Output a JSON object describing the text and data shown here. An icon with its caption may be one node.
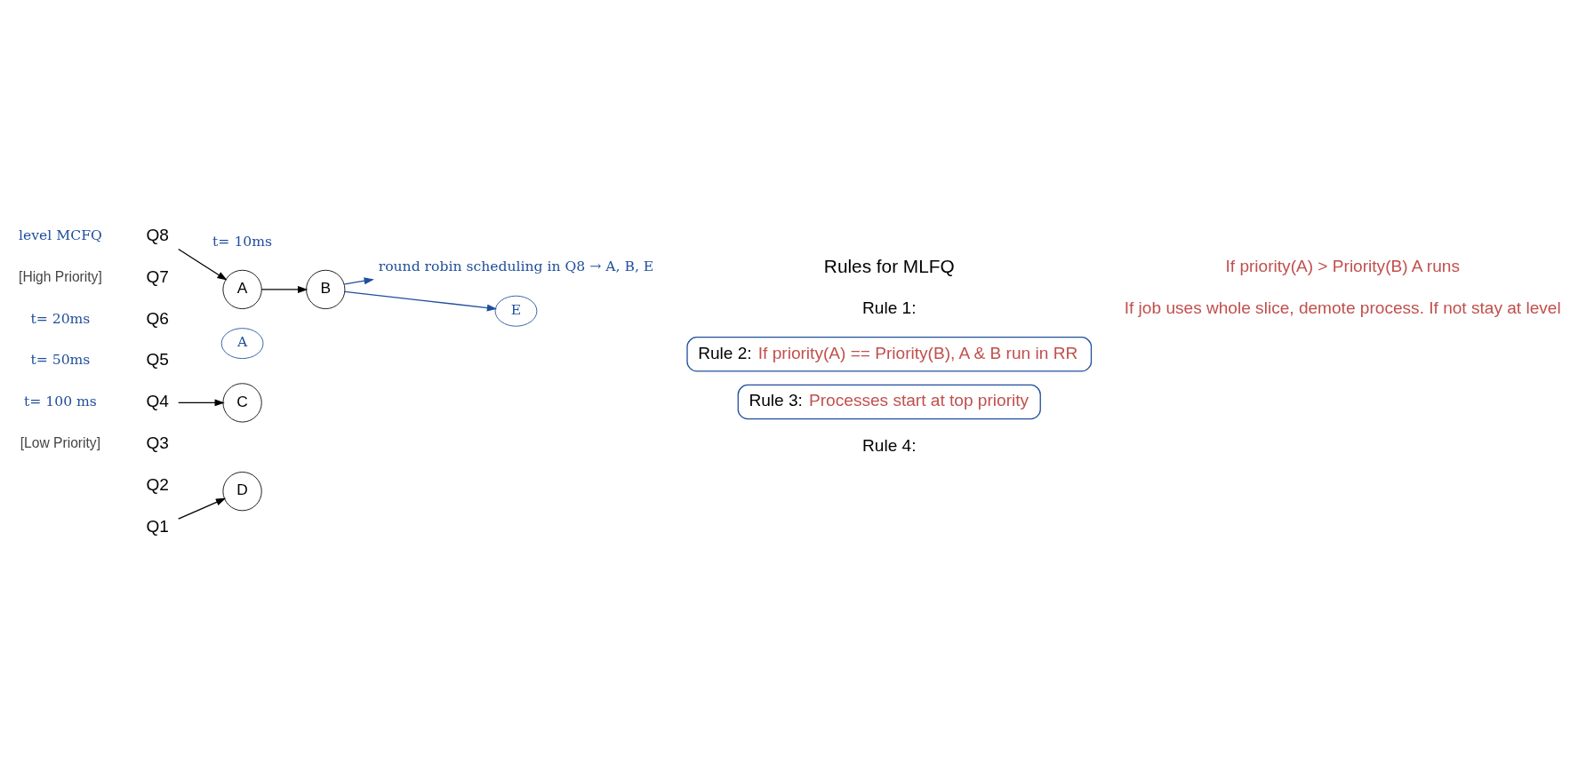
{
  "diagram": {
    "nodes": [
      {
        "text": [
          "Q8"
        ]
      },
      {
        "text": [
          "A"
        ]
      },
      {
        "text": [
          "B"
        ]
      },
      {
        "text": [
          "E"
        ]
      },
      {
        "text": [
          "round robin scheduling in Q8 → A, B, E"
        ]
      },
      {
        "text": [
          "A"
        ]
      },
      {
        "text": [
          "Q4"
        ]
      },
      {
        "text": [
          "C"
        ]
      },
      {
        "text": [
          "Q1"
        ]
      },
      {
        "text": [
          "D"
        ]
      },
      {
        "text": [
          "Rule 2:",
          "If priority(A) == Priority(B), A & B run in RR"
        ]
      },
      {
        "text": [
          "Rule 3:",
          "Processes start at top priority"
        ]
      }
    ],
    "edges": [
      {
        "from": 0,
        "to": 1,
        "arrow": "to"
      },
      {
        "from": 1,
        "to": 2,
        "arrow": "to"
      },
      {
        "from": 2,
        "to": 3,
        "arrow": "to",
        "color": "#1f4e9c"
      },
      {
        "from": 2,
        "to": 4,
        "arrow": "to",
        "color": "#1f4e9c"
      },
      {
        "from": 6,
        "to": 7,
        "arrow": "to"
      },
      {
        "from": 8,
        "to": 9,
        "arrow": "to"
      }
    ],
    "labels": [
      "level MCFQ",
      "t= 10ms",
      "[High Priority]",
      "Rules for MLFQ",
      "t= 20ms",
      "Q7",
      "Rule 1:",
      "If priority(A) > Priority(B) A runs",
      "Q6",
      "Q5",
      "t= 50ms",
      "Q3",
      "Q2",
      "Rule 4:",
      "If job uses whole slice, demote process. If not stay at level",
      "t= 100 ms",
      "[Low Priority]"
    ]
  }
}
